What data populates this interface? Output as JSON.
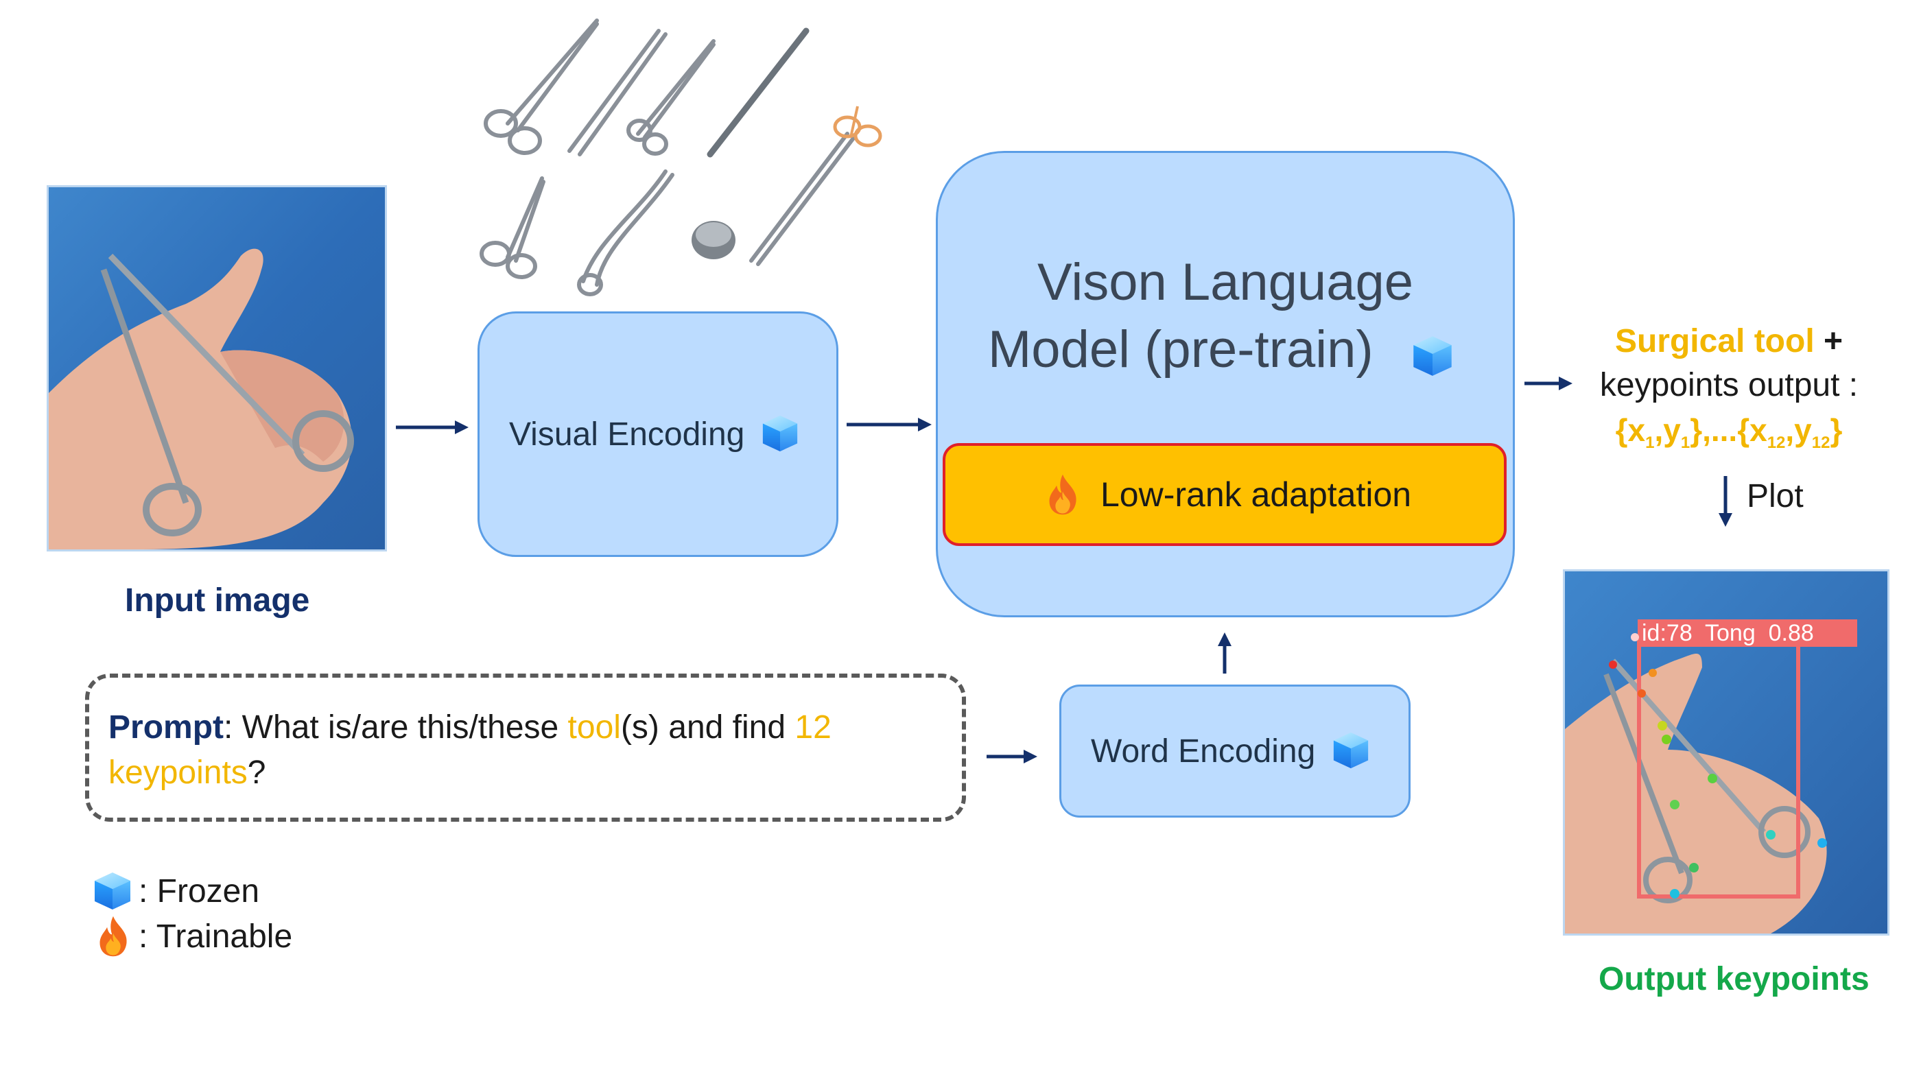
{
  "input": {
    "caption": "Input image"
  },
  "visual_encoding": {
    "label": "Visual Encoding"
  },
  "vlm": {
    "line1": "Vison Language",
    "line2": "Model (pre-train)"
  },
  "lora": {
    "label": "Low-rank adaptation"
  },
  "word_encoding": {
    "label": "Word Encoding"
  },
  "prompt": {
    "bold": "Prompt",
    "part1": ": What is/are this/these ",
    "tool": "tool",
    "part2": "(s) and find ",
    "num": "12",
    "keypoints": "keypoints",
    "end": "?"
  },
  "output_text": {
    "surgical": "Surgical tool",
    "plus": " +",
    "line2": "keypoints output :",
    "coords_a": "{x",
    "sub1": "1",
    "coords_b": ",y",
    "sub1b": "1",
    "coords_c": "},...{x",
    "sub12": "12",
    "coords_d": ",y",
    "sub12b": "12",
    "coords_e": "}"
  },
  "plot_label": "Plot",
  "output_image": {
    "detection_label": "id:78  Tong  0.88",
    "caption": "Output keypoints"
  },
  "legend": {
    "frozen": ": Frozen",
    "trainable": ": Trainable"
  },
  "colors": {
    "box_fill": "#bcdcff",
    "box_border": "#5b9ee6",
    "lora_fill": "#ffc000",
    "lora_border": "#e0202a",
    "arrow": "#14306b",
    "highlight": "#f2b600",
    "output_green": "#14a84a"
  }
}
